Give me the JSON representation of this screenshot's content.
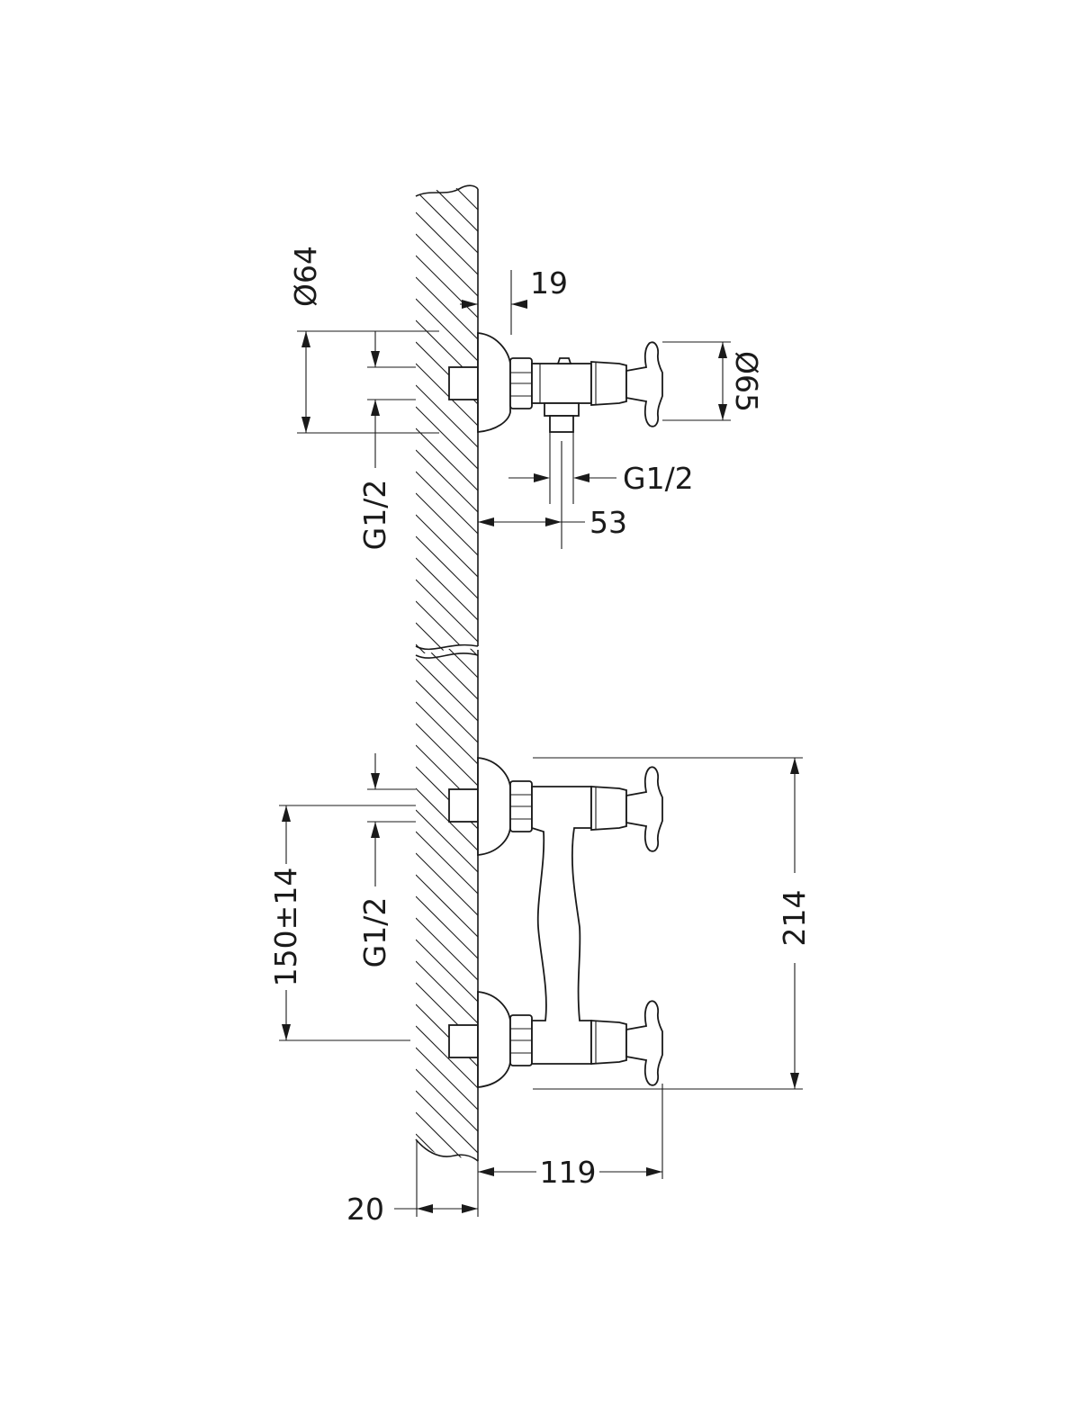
{
  "dimensions": {
    "d_escutcheon": "Ø64",
    "offset_top": "19",
    "d_handle": "Ø65",
    "outlet_thread": "G1/2",
    "outlet_distance": "53",
    "inlet_thread_top": "G1/2",
    "center_distance": "150±14",
    "inlet_thread_bottom": "G1/2",
    "overall_height": "214",
    "projection": "119",
    "wall_thickness": "20"
  },
  "colors": {
    "line": "#1a1a1a",
    "background": "#ffffff"
  }
}
